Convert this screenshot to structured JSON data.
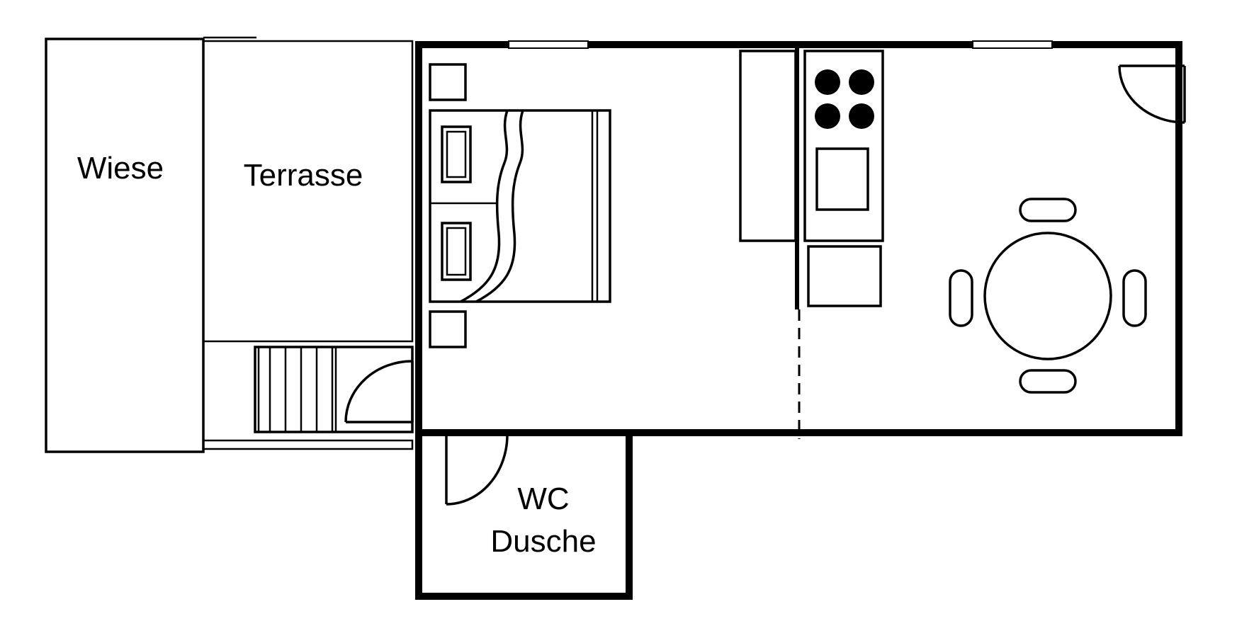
{
  "plan": {
    "labels": {
      "meadow": "Wiese",
      "terrace": "Terrasse",
      "wc_line1": "WC",
      "wc_line2": "Dusche"
    },
    "colors": {
      "line": "#000000",
      "background": "#ffffff"
    }
  }
}
